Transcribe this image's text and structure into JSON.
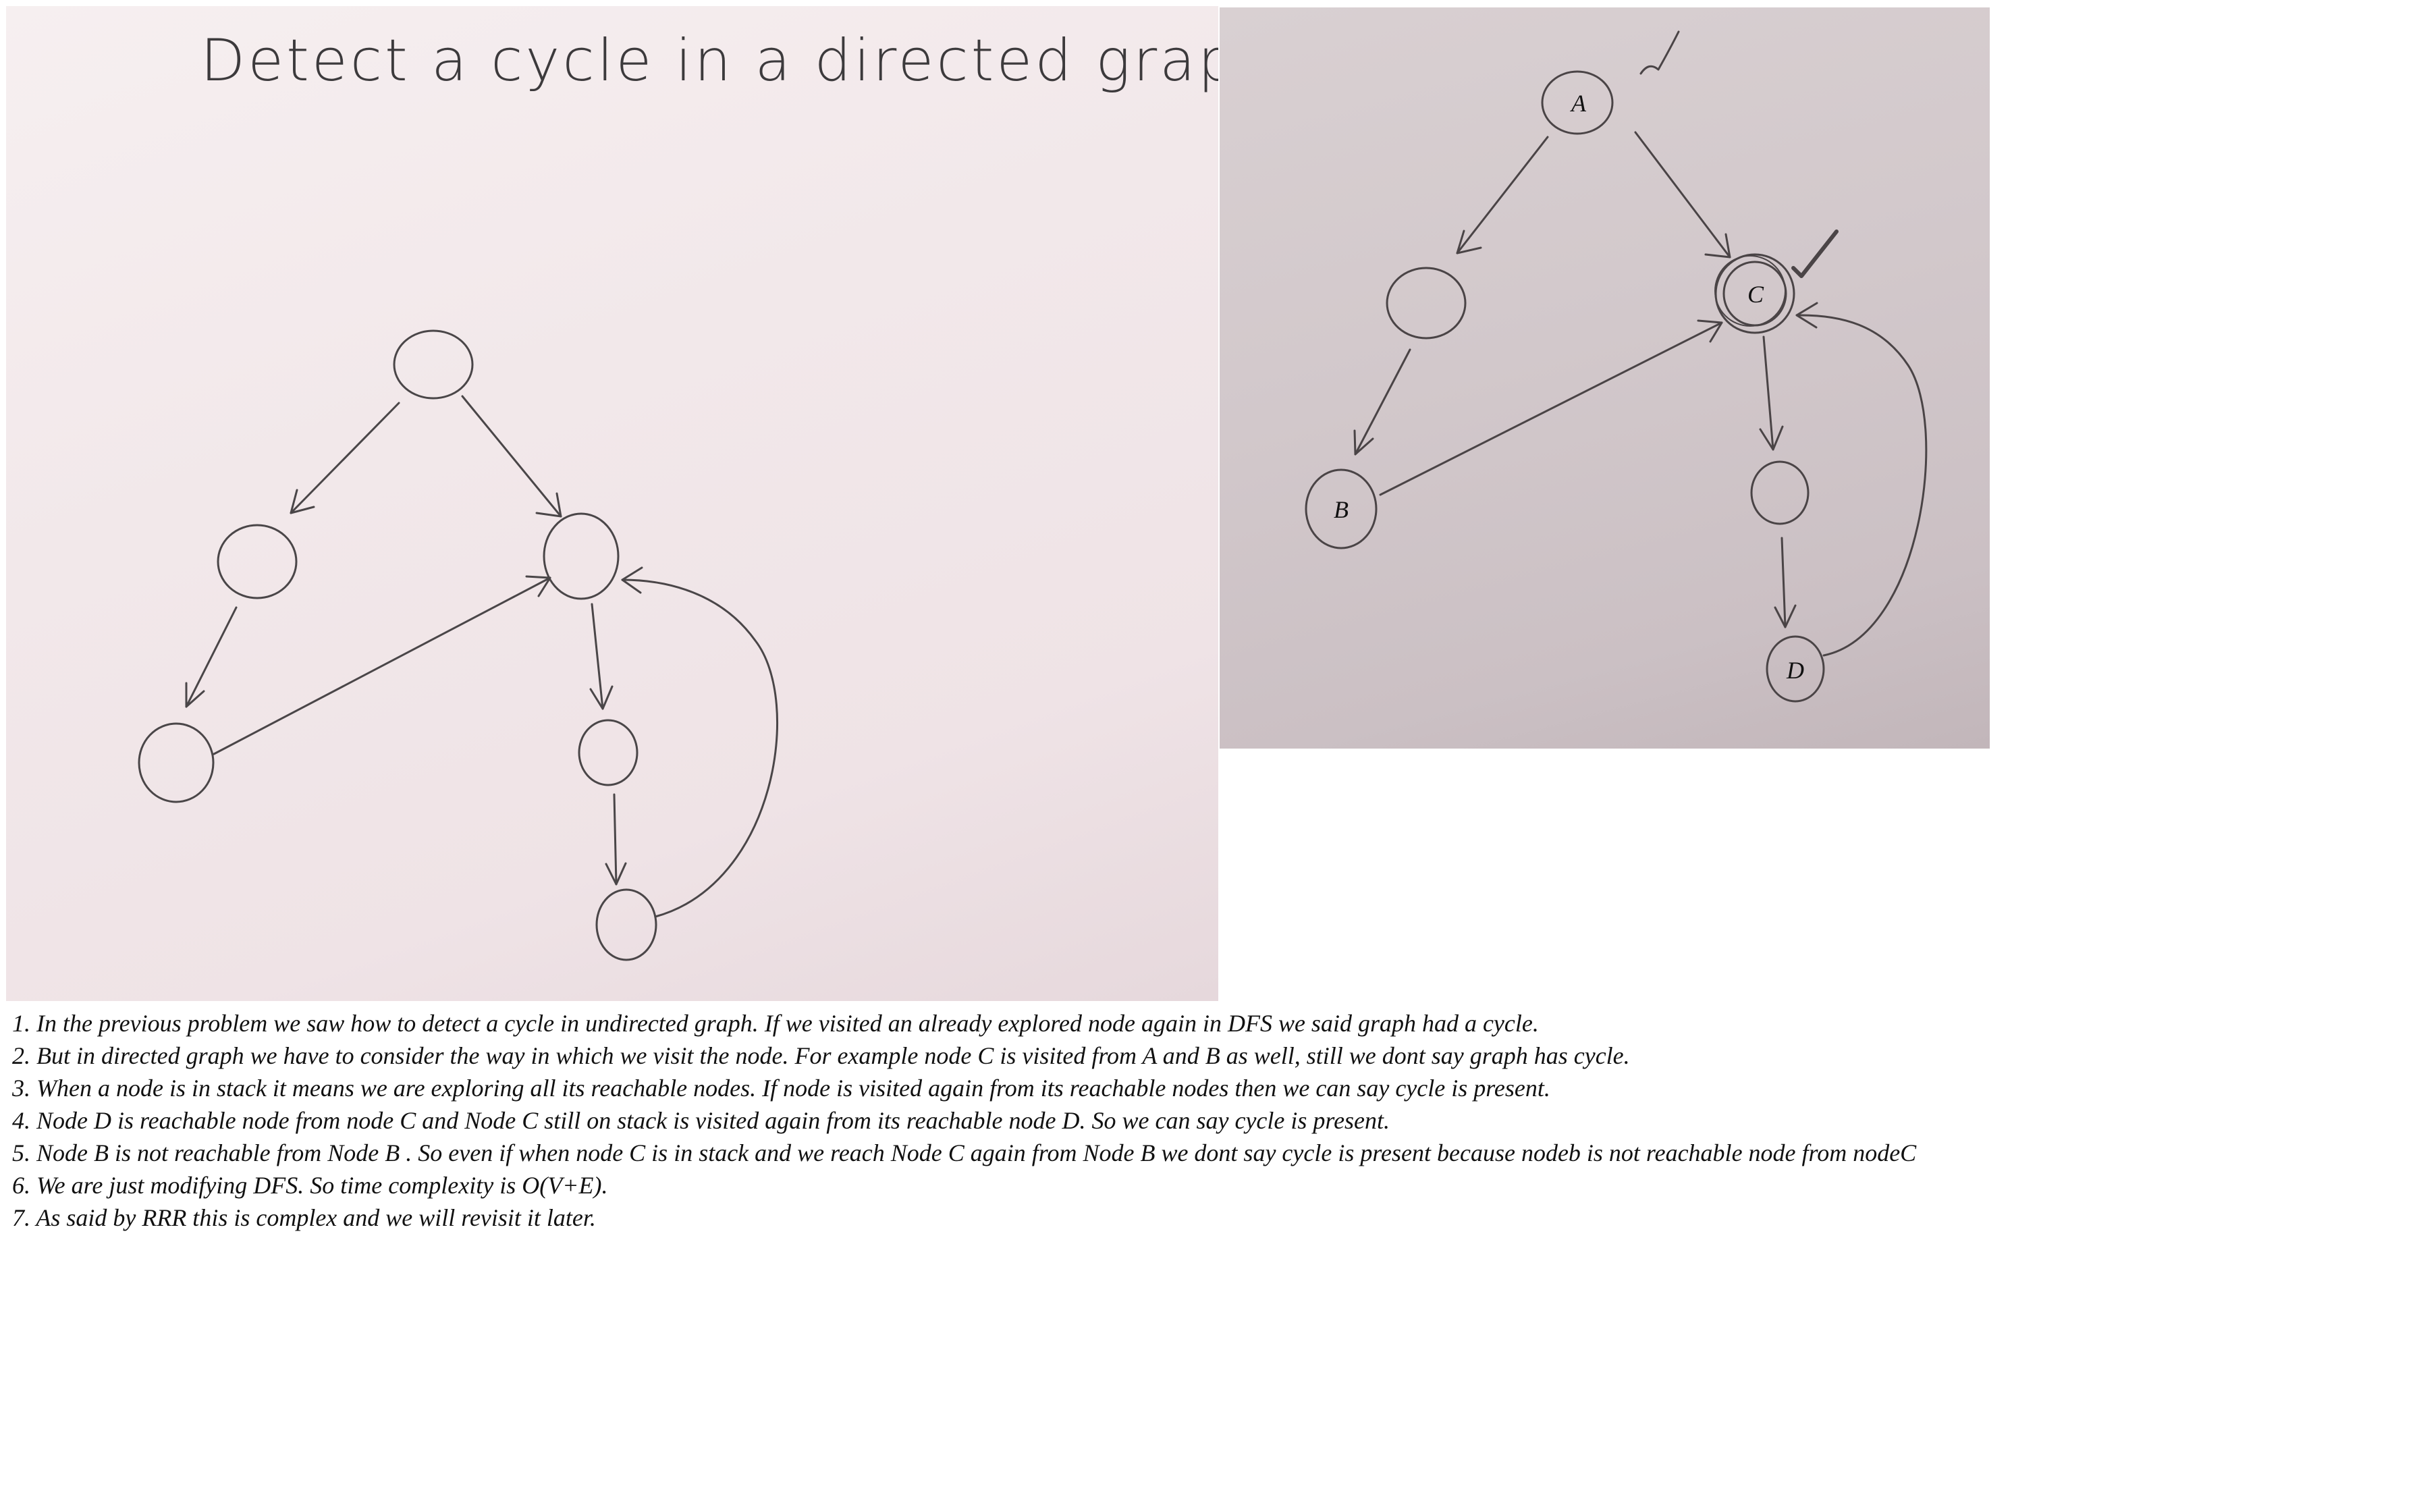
{
  "left_panel": {
    "title": "Detect a cycle in a directed graph."
  },
  "right_panel": {
    "node_labels": {
      "a": "A",
      "b": "B",
      "c": "C",
      "d": "D"
    }
  },
  "notes": [
    "1. In the previous problem we saw how to detect a cycle in undirected graph. If we visited an already explored node again in DFS we said graph had a cycle.",
    "2. But in directed graph we have to consider the way in which we visit the node. For example node C is visited from A and B as well, still we dont say graph has cycle.",
    "3. When a node is in stack it means we are exploring all its reachable nodes. If node is visited again from its reachable nodes then we can say cycle is present.",
    "4. Node D is reachable node from node C and Node C still on stack is visited again from its reachable node D. So we can say cycle is present.",
    "5. Node B is not reachable from Node B . So even if when node C is in stack and we reach Node C again from Node B we dont say cycle is present because nodeb is not reachable node from nodeC",
    "6. We are just modifying DFS. So time complexity is O(V+E).",
    "7. As said by RRR this is complex and we will revisit it later."
  ]
}
